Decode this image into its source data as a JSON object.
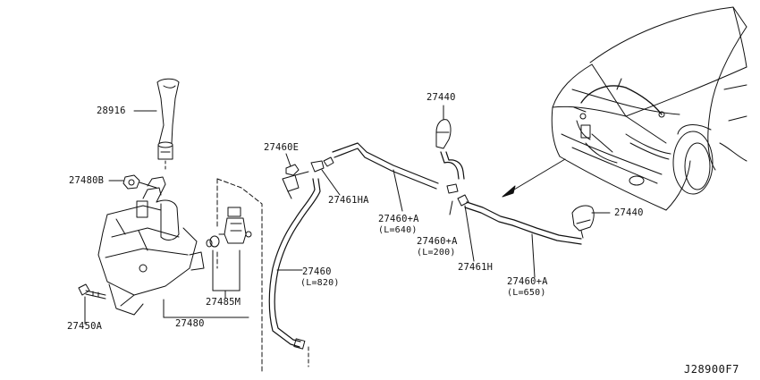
{
  "parts": {
    "filler_tube": "28916",
    "bolt_upper": "27480B",
    "bolt_lower": "27450A",
    "reservoir": "27480",
    "pump": "27485M",
    "check_valve": "27460E",
    "joint_ha": "27461HA",
    "hose_left": "27460",
    "hose_left_len": "(L=820)",
    "hose_mid": "27460+A",
    "hose_mid_len": "(L=640)",
    "hose_short": "27460+A",
    "hose_short_len": "(L=200)",
    "joint_h": "27461H",
    "hose_right": "27460+A",
    "hose_right_len": "(L=650)",
    "nozzle_top": "27440",
    "nozzle_right": "27440"
  },
  "diagram_code": "J28900F7"
}
